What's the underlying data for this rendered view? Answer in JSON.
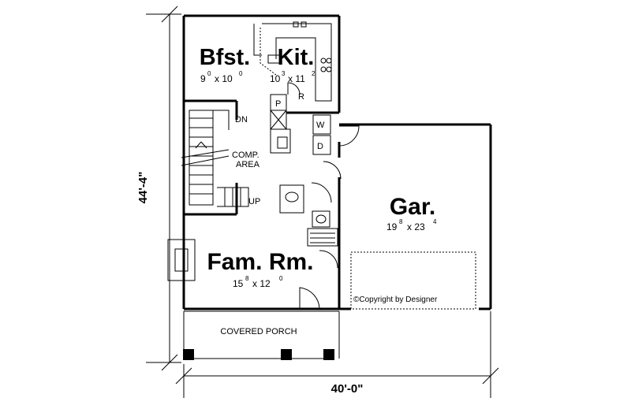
{
  "rooms": {
    "breakfast": {
      "name": "Bfst.",
      "w": "9",
      "w_in": "0",
      "x": "x 10",
      "d_in": "0"
    },
    "kitchen": {
      "name": "Kit.",
      "w": "10",
      "w_in": "3",
      "x": "x 11",
      "d_in": "2"
    },
    "family": {
      "name": "Fam. Rm.",
      "w": "15",
      "w_in": "8",
      "x": "x 12",
      "d_in": "0"
    },
    "garage": {
      "name": "Gar.",
      "w": "19",
      "w_in": "8",
      "x": "x 23",
      "d_in": "4"
    }
  },
  "labels": {
    "dn": "DN",
    "up": "UP",
    "comp1": "COMP.",
    "comp2": "AREA",
    "pantry": "P",
    "refrigerator": "R",
    "washer": "W",
    "dryer": "D",
    "porch": "COVERED PORCH",
    "copyright": "©Copyright by Designer"
  },
  "dimensions": {
    "overall_depth": "44'-4\"",
    "overall_width": "40'-0\""
  }
}
